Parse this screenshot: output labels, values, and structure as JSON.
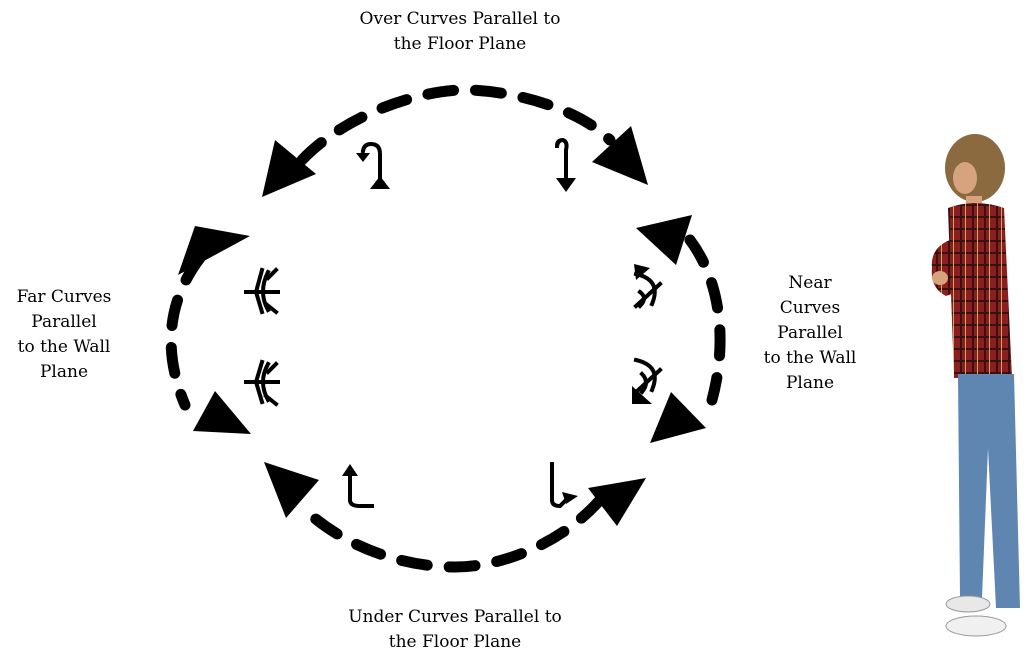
{
  "labels": {
    "over": [
      "Over Curves Parallel to",
      "the Floor Plane"
    ],
    "under": [
      "Under Curves Parallel to",
      "the Floor Plane"
    ],
    "far": [
      "Far Curves",
      "Parallel",
      "to the Wall",
      "Plane"
    ],
    "near": [
      "Near",
      "Curves",
      "Parallel",
      "to the Wall",
      "Plane"
    ]
  },
  "icons": {
    "over_left": "hook-curve-over-left-icon",
    "over_right": "hook-curve-over-right-icon",
    "far_top": "arc-far-top-icon",
    "far_bottom": "arc-far-bottom-icon",
    "near_top": "arc-near-top-icon",
    "near_bottom": "arc-near-bottom-icon",
    "under_left": "hook-curve-under-left-icon",
    "under_right": "hook-curve-under-right-icon"
  },
  "colors": {
    "stroke": "#000000",
    "shirt": "#8b1e1e",
    "jeans": "#5f86b0",
    "hair": "#8a6a3e",
    "skin": "#d7a37e"
  }
}
